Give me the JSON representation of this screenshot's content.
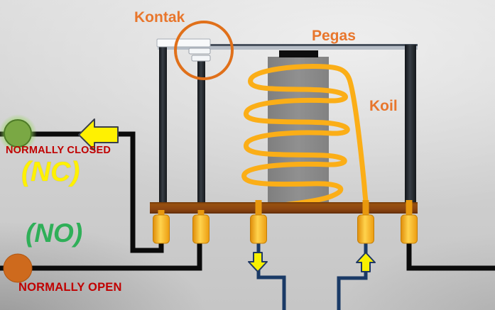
{
  "labels": {
    "kontak": "Kontak",
    "pegas": "Pegas",
    "koil": "Koil",
    "normally_closed": "NORMALLY CLOSED",
    "nc_abbrev": "(NC)",
    "no_abbrev": "(NO)",
    "normally_open": "NORMALLY OPEN"
  },
  "colors": {
    "label_orange": "#E8762C",
    "label_red": "#C00000",
    "nc_yellow": "#FFF100",
    "no_green": "#2FAF58",
    "coil_orange": "#FBAE17",
    "pin_gold": "#FFC53A",
    "base_brown": "#8E4711",
    "frame_dark": "#26292D",
    "core_gray": "#8A8A8A",
    "wire_black": "#0B0B0B",
    "wire_blue": "#1A3A66",
    "terminal_nc_green": "#7AA844",
    "terminal_no_orange": "#CE6A1D",
    "annotation_orange": "#E0701A",
    "arrow_yellow": "#FFF101"
  },
  "icons": {
    "left_arrow": "left-arrow-icon",
    "down_arrow": "down-arrow-icon",
    "up_arrow": "up-arrow-icon",
    "annotation_circle": "highlight-ring-icon"
  }
}
